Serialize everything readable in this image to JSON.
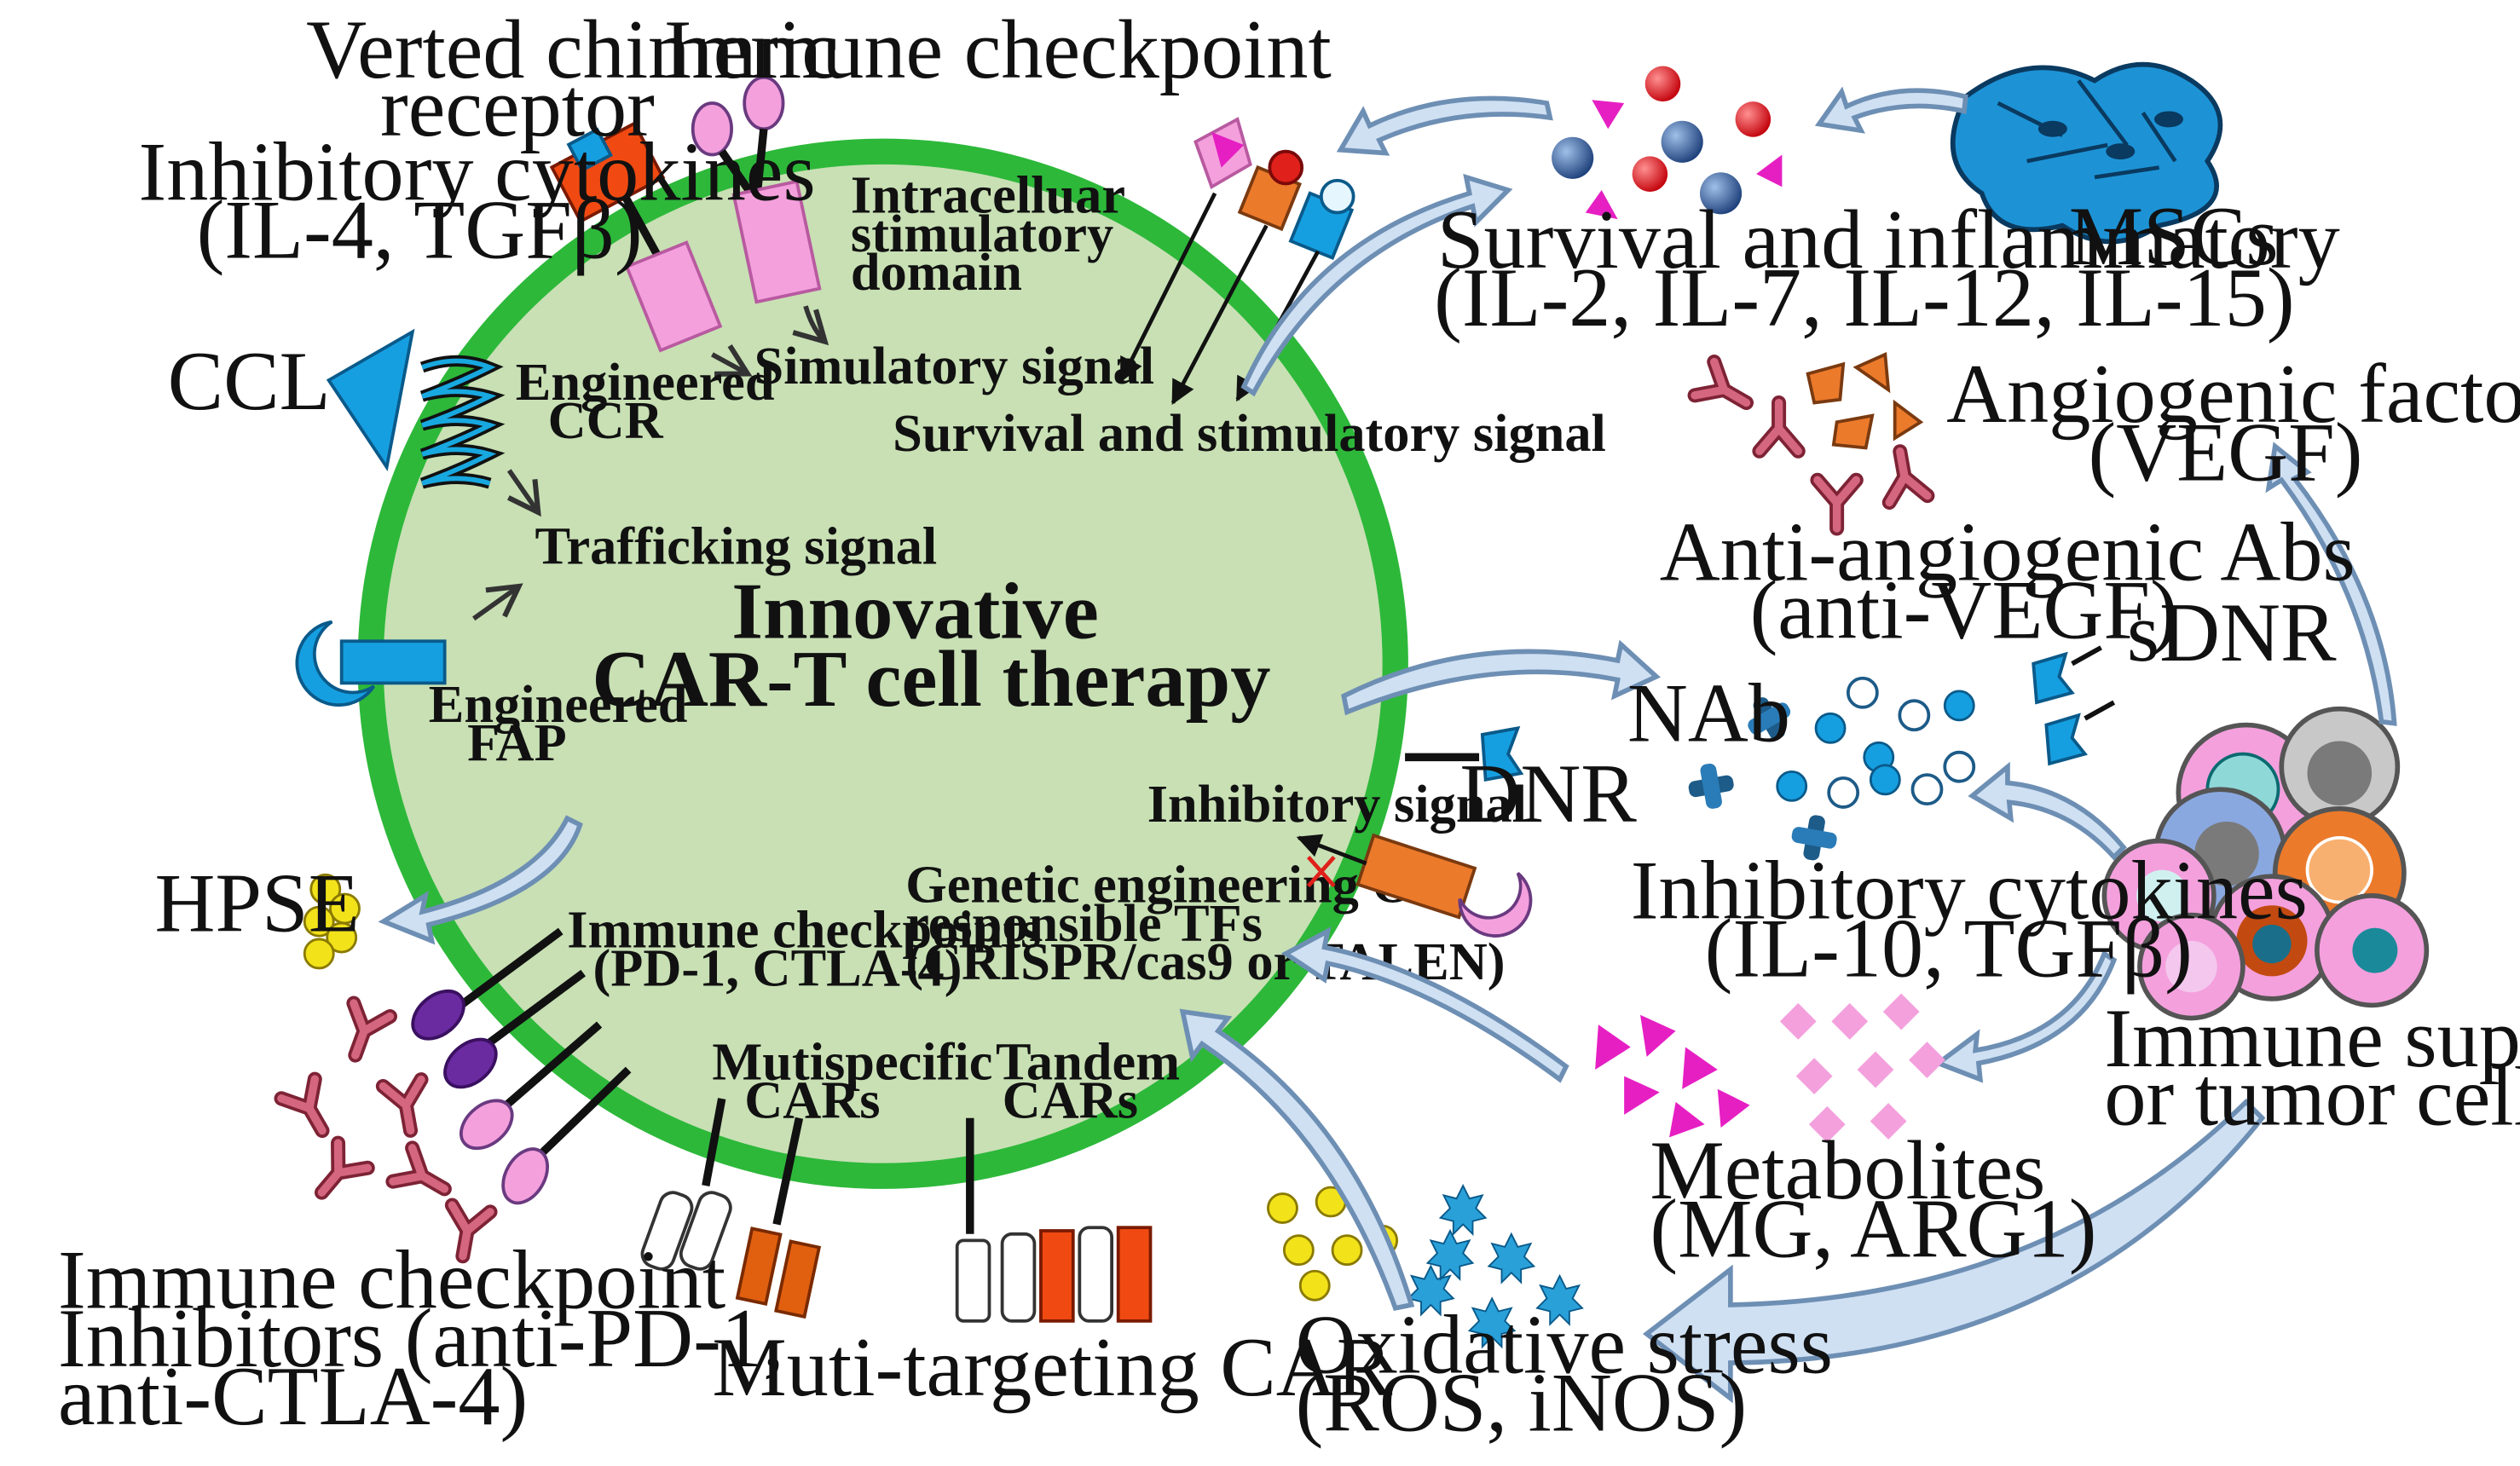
{
  "title": {
    "line1": "Innovative",
    "line2": "CAR-T cell therapy"
  },
  "outer_labels": {
    "verted_line1": "Verted chimeric",
    "verted_line2": "receptor",
    "immune_checkpoint": "Immune checkpoint",
    "inhib_cyt_left_line1": "Inhibitory cytokines",
    "inhib_cyt_left_line2": "(IL-4, TGFβ)",
    "ccl": "CCL",
    "hpse": "HPSE",
    "ici_line1": "Immune checkpoint",
    "ici_line2": "Inhibitors (anti-PD-1,",
    "ici_line3": "anti-CTLA-4)",
    "multi_targeting": "Muti-targeting CAR",
    "survival_line1": "Survival and inflammatory",
    "survival_line2": "(IL-2, IL-7, IL-12, IL-15)",
    "mscs": "MSCs",
    "angio_line1": "Angiogenic factor",
    "angio_line2": "(VEGF)",
    "anti_angio_line1": "Anti-angiogenic  Abs",
    "anti_angio_line2": "(anti-VEGF)",
    "sdnr": "sDNR",
    "nab": "NAb",
    "dnr": "DNR",
    "inhib_cyt_right_line1": "Inhibitory cytokines",
    "inhib_cyt_right_line2": "(IL-10, TGFβ)",
    "suppressor_line1": "Immune suppressor",
    "suppressor_line2": "or tumor cells",
    "metab_line1": "Metabolites",
    "metab_line2": "(MG, ARG1)",
    "oxid_line1": "Oxidative stress",
    "oxid_line2": "(ROS, iNOS)"
  },
  "inner_labels": {
    "intracell_line1": "Intracelluar",
    "intracell_line2": "stimulatory",
    "intracell_line3": "domain",
    "simulatory_signal": "Simulatory signal",
    "engineered_ccr_line1": "Engineered",
    "engineered_ccr_line2": "CCR",
    "trafficking_signal": "Trafficking signal",
    "survival_stim_signal": "Survival and stimulatory signal",
    "engineered_fap_line1": "Engineered",
    "engineered_fap_line2": "FAP",
    "inhibitory_signal": "Inhibitory signal",
    "genetic_line1": "Genetic engineering Of",
    "genetic_line2": "responsible TFs",
    "genetic_line3": "(CRISPR/cas9 or TALEN)",
    "checkpoints_line1": "Immune checkpoints",
    "checkpoints_line2": "(PD-1, CTLA-4)",
    "mutispecific_line1": "Mutispecific",
    "mutispecific_line2": "CARs",
    "tandem_line1": "Tandem",
    "tandem_line2": "CARs"
  },
  "colors": {
    "cell_fill": "#c8e0b4",
    "membrane": "#2db83a",
    "blue_arrow": "#cfe0f3",
    "magenta": "#e61fc3",
    "pink": "#f4a0dd",
    "orange_red": "#f04a12",
    "orange": "#ec7a2b",
    "cyan": "#169fe0",
    "red": "#e0201a",
    "yellow": "#f2e21a",
    "antibody": "#c24a6a",
    "dark_blue": "#1d5b88"
  }
}
